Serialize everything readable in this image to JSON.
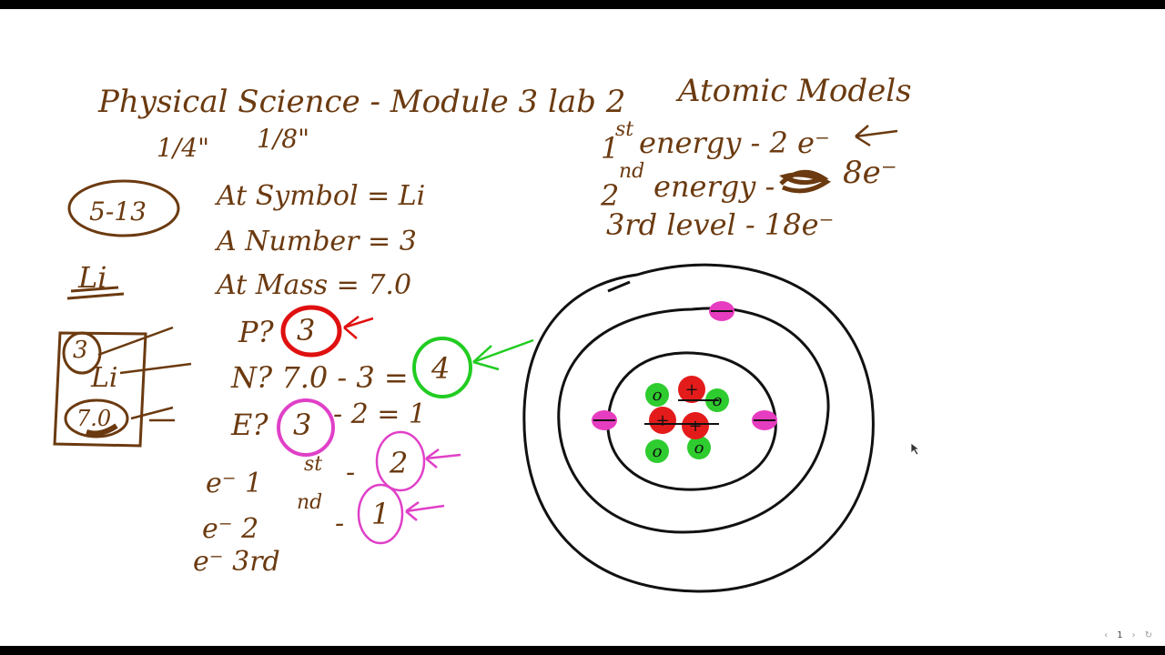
{
  "title": {
    "left": "Physical Science - Module 3 lab 2",
    "right": "Atomic Models"
  },
  "sizes": {
    "quarter": "1/4\"",
    "eighth": "1/8\""
  },
  "tag": "5-13",
  "element_symbol": "Li",
  "tile": {
    "atomic_number": "3",
    "symbol": "Li",
    "mass": "7.0"
  },
  "info": {
    "symbol_line": "At Symbol = Li",
    "number_line": "A Number = 3",
    "mass_line": "At Mass = 7.0"
  },
  "calc": {
    "p_label": "P?",
    "p_value": "3",
    "n_label": "N? 7.0 - 3 =",
    "n_value": "4",
    "e_label": "E?",
    "e_value": "3",
    "e_rest": "- 2 = 1"
  },
  "shells": {
    "first_prefix": "e⁻ 1",
    "first_sup": "st",
    "first_dash": "-",
    "first_value": "2",
    "second_prefix": "e⁻ 2",
    "second_sup": "nd",
    "second_dash": "-",
    "second_value": "1",
    "third": "e⁻ 3rd"
  },
  "energy": {
    "l1_num": "1",
    "l1_sup": "st",
    "l1_text": "energy - 2 e⁻",
    "l2_num": "2",
    "l2_sup": "nd",
    "l2_text": "energy -",
    "l2_value": "8e⁻",
    "l3_text": "3rd level - 18e⁻"
  },
  "atom": {
    "protons": 3,
    "neutrons": 4,
    "electrons": 3,
    "proton_sign": "+",
    "neutron_sign": "o",
    "electron_sign": "-"
  },
  "colors": {
    "ink": "#6b3a10",
    "proton": "#e41b1b",
    "neutron": "#2ecc2e",
    "electron": "#e63cc0",
    "highlight_red": "#e01010",
    "highlight_green": "#22cc22",
    "highlight_pink": "#e040c8"
  },
  "pager": {
    "prev": "‹",
    "page": "1",
    "next": "›"
  }
}
